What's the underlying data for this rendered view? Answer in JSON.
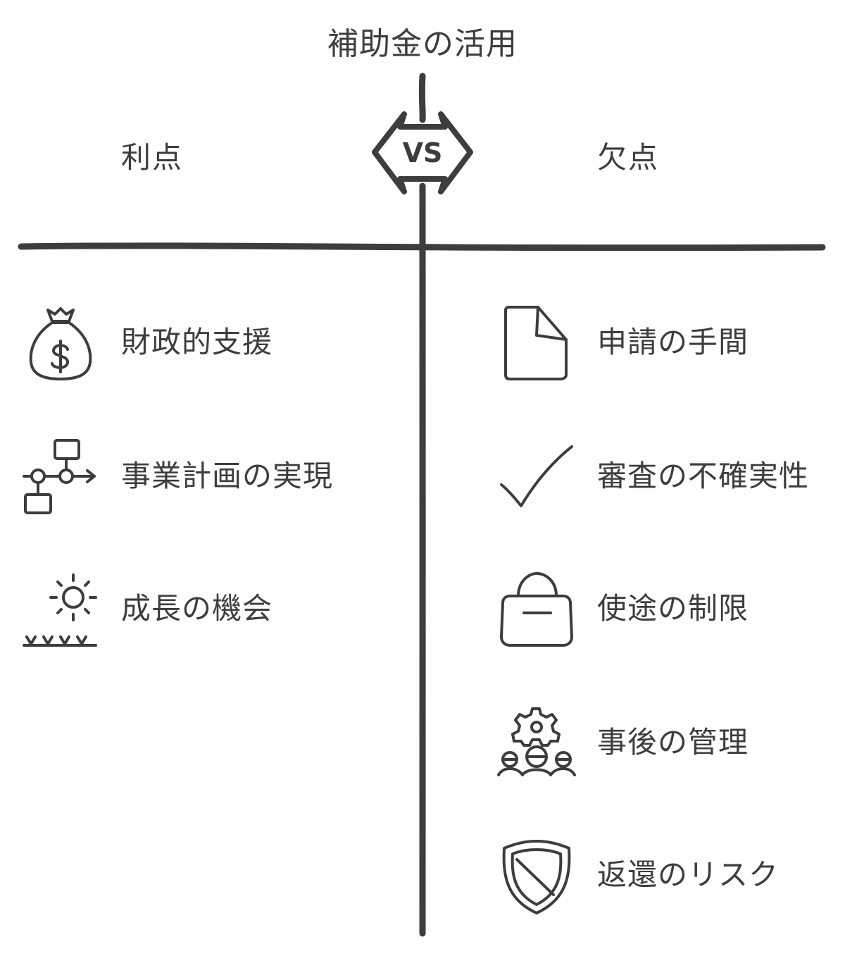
{
  "title": "補助金の活用",
  "vs_label": "VS",
  "left": {
    "heading": "利点",
    "items": [
      {
        "label": "財政的支援",
        "icon": "money-bag-icon"
      },
      {
        "label": "事業計画の実現",
        "icon": "flowchart-icon"
      },
      {
        "label": "成長の機会",
        "icon": "sun-growth-icon"
      }
    ]
  },
  "right": {
    "heading": "欠点",
    "items": [
      {
        "label": "申請の手間",
        "icon": "document-icon"
      },
      {
        "label": "審査の不確実性",
        "icon": "checkmark-icon"
      },
      {
        "label": "使途の制限",
        "icon": "bag-icon"
      },
      {
        "label": "事後の管理",
        "icon": "team-gear-icon"
      },
      {
        "label": "返還のリスク",
        "icon": "shield-icon"
      }
    ]
  },
  "colors": {
    "ink": "#3d3d3d",
    "background": "#ffffff"
  }
}
